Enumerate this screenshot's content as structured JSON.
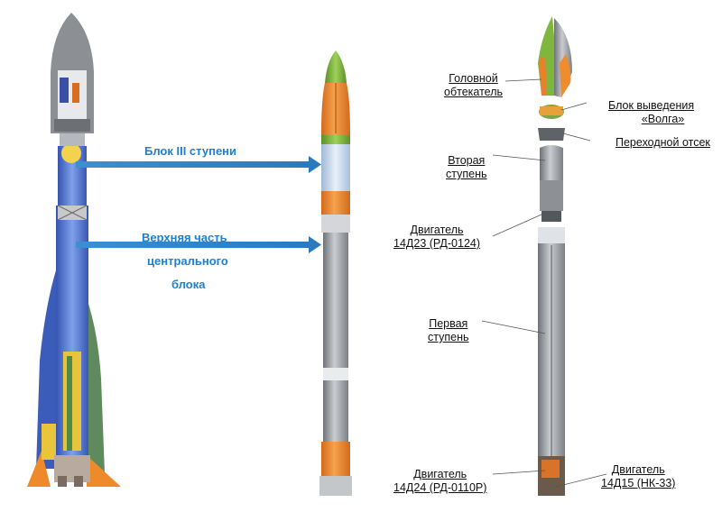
{
  "annotations": {
    "third_stage": "Блок III ступени",
    "upper_central_1": "Верхняя  часть",
    "upper_central_2": "центрального",
    "upper_central_3": "блока"
  },
  "labels": {
    "fairing_1": "Головной",
    "fairing_2": "обтекатель",
    "volga_1": "Блок выведения",
    "volga_2": "«Волга»",
    "adapter": "Переходной отсек",
    "second_stage_1": "Вторая",
    "second_stage_2": "ступень",
    "engine_rd0124_1": "Двигатель",
    "engine_rd0124_2": "14Д23 (РД-0124)",
    "first_stage_1": "Первая",
    "first_stage_2": "ступень",
    "engine_rd0110_1": "Двигатель",
    "engine_rd0110_2": "14Д24 (РД-0110Р)",
    "engine_nk33_1": "Двигатель",
    "engine_nk33_2": "14Д15 (НК-33)"
  },
  "colors": {
    "arrow_blue": "#2e86c8",
    "fairing_orange": "#f0892a",
    "nose_green": "#7fb63e",
    "body_gray": "#9a9ea3",
    "core_blue": "#4f6fc9",
    "booster_yellow": "#e8c53a",
    "booster_green": "#5f8f5c"
  }
}
